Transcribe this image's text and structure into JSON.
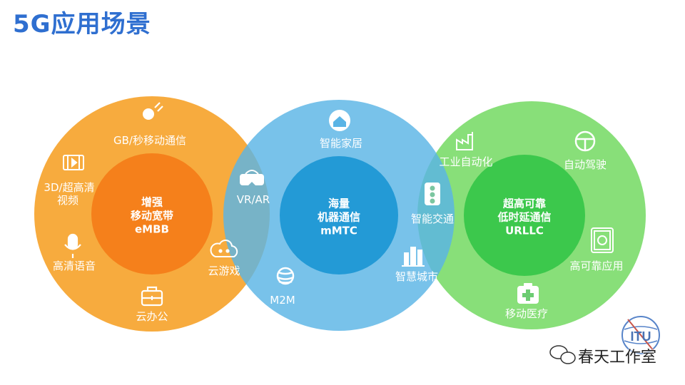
{
  "title": "5G应用场景",
  "colors": {
    "embb": "#f7a634",
    "mmtc": "#5ab4e5",
    "urllc": "#7bdb6a",
    "embb_core": "#f5801b",
    "mmtc_core": "#239ad6",
    "urllc_core": "#3cc84c"
  },
  "embb": {
    "core": [
      "增强",
      "移动宽带",
      "eMBB"
    ],
    "items": [
      "GB/秒移动通信",
      "3D/超高清",
      "视频",
      "高清语音",
      "云办公",
      "云游戏"
    ]
  },
  "mmtc": {
    "core": [
      "海量",
      "机器通信",
      "mMTC"
    ],
    "items": [
      "智能家居",
      "VR/AR",
      "M2M",
      "智能交通",
      "智慧城市"
    ]
  },
  "urllc": {
    "core": [
      "超高可靠",
      "低时延通信",
      "URLLC"
    ],
    "items": [
      "工业自动化",
      "自动驾驶",
      "高可靠应用",
      "移动医疗"
    ]
  },
  "logo_text": "ITU",
  "watermark": "春天工作室"
}
